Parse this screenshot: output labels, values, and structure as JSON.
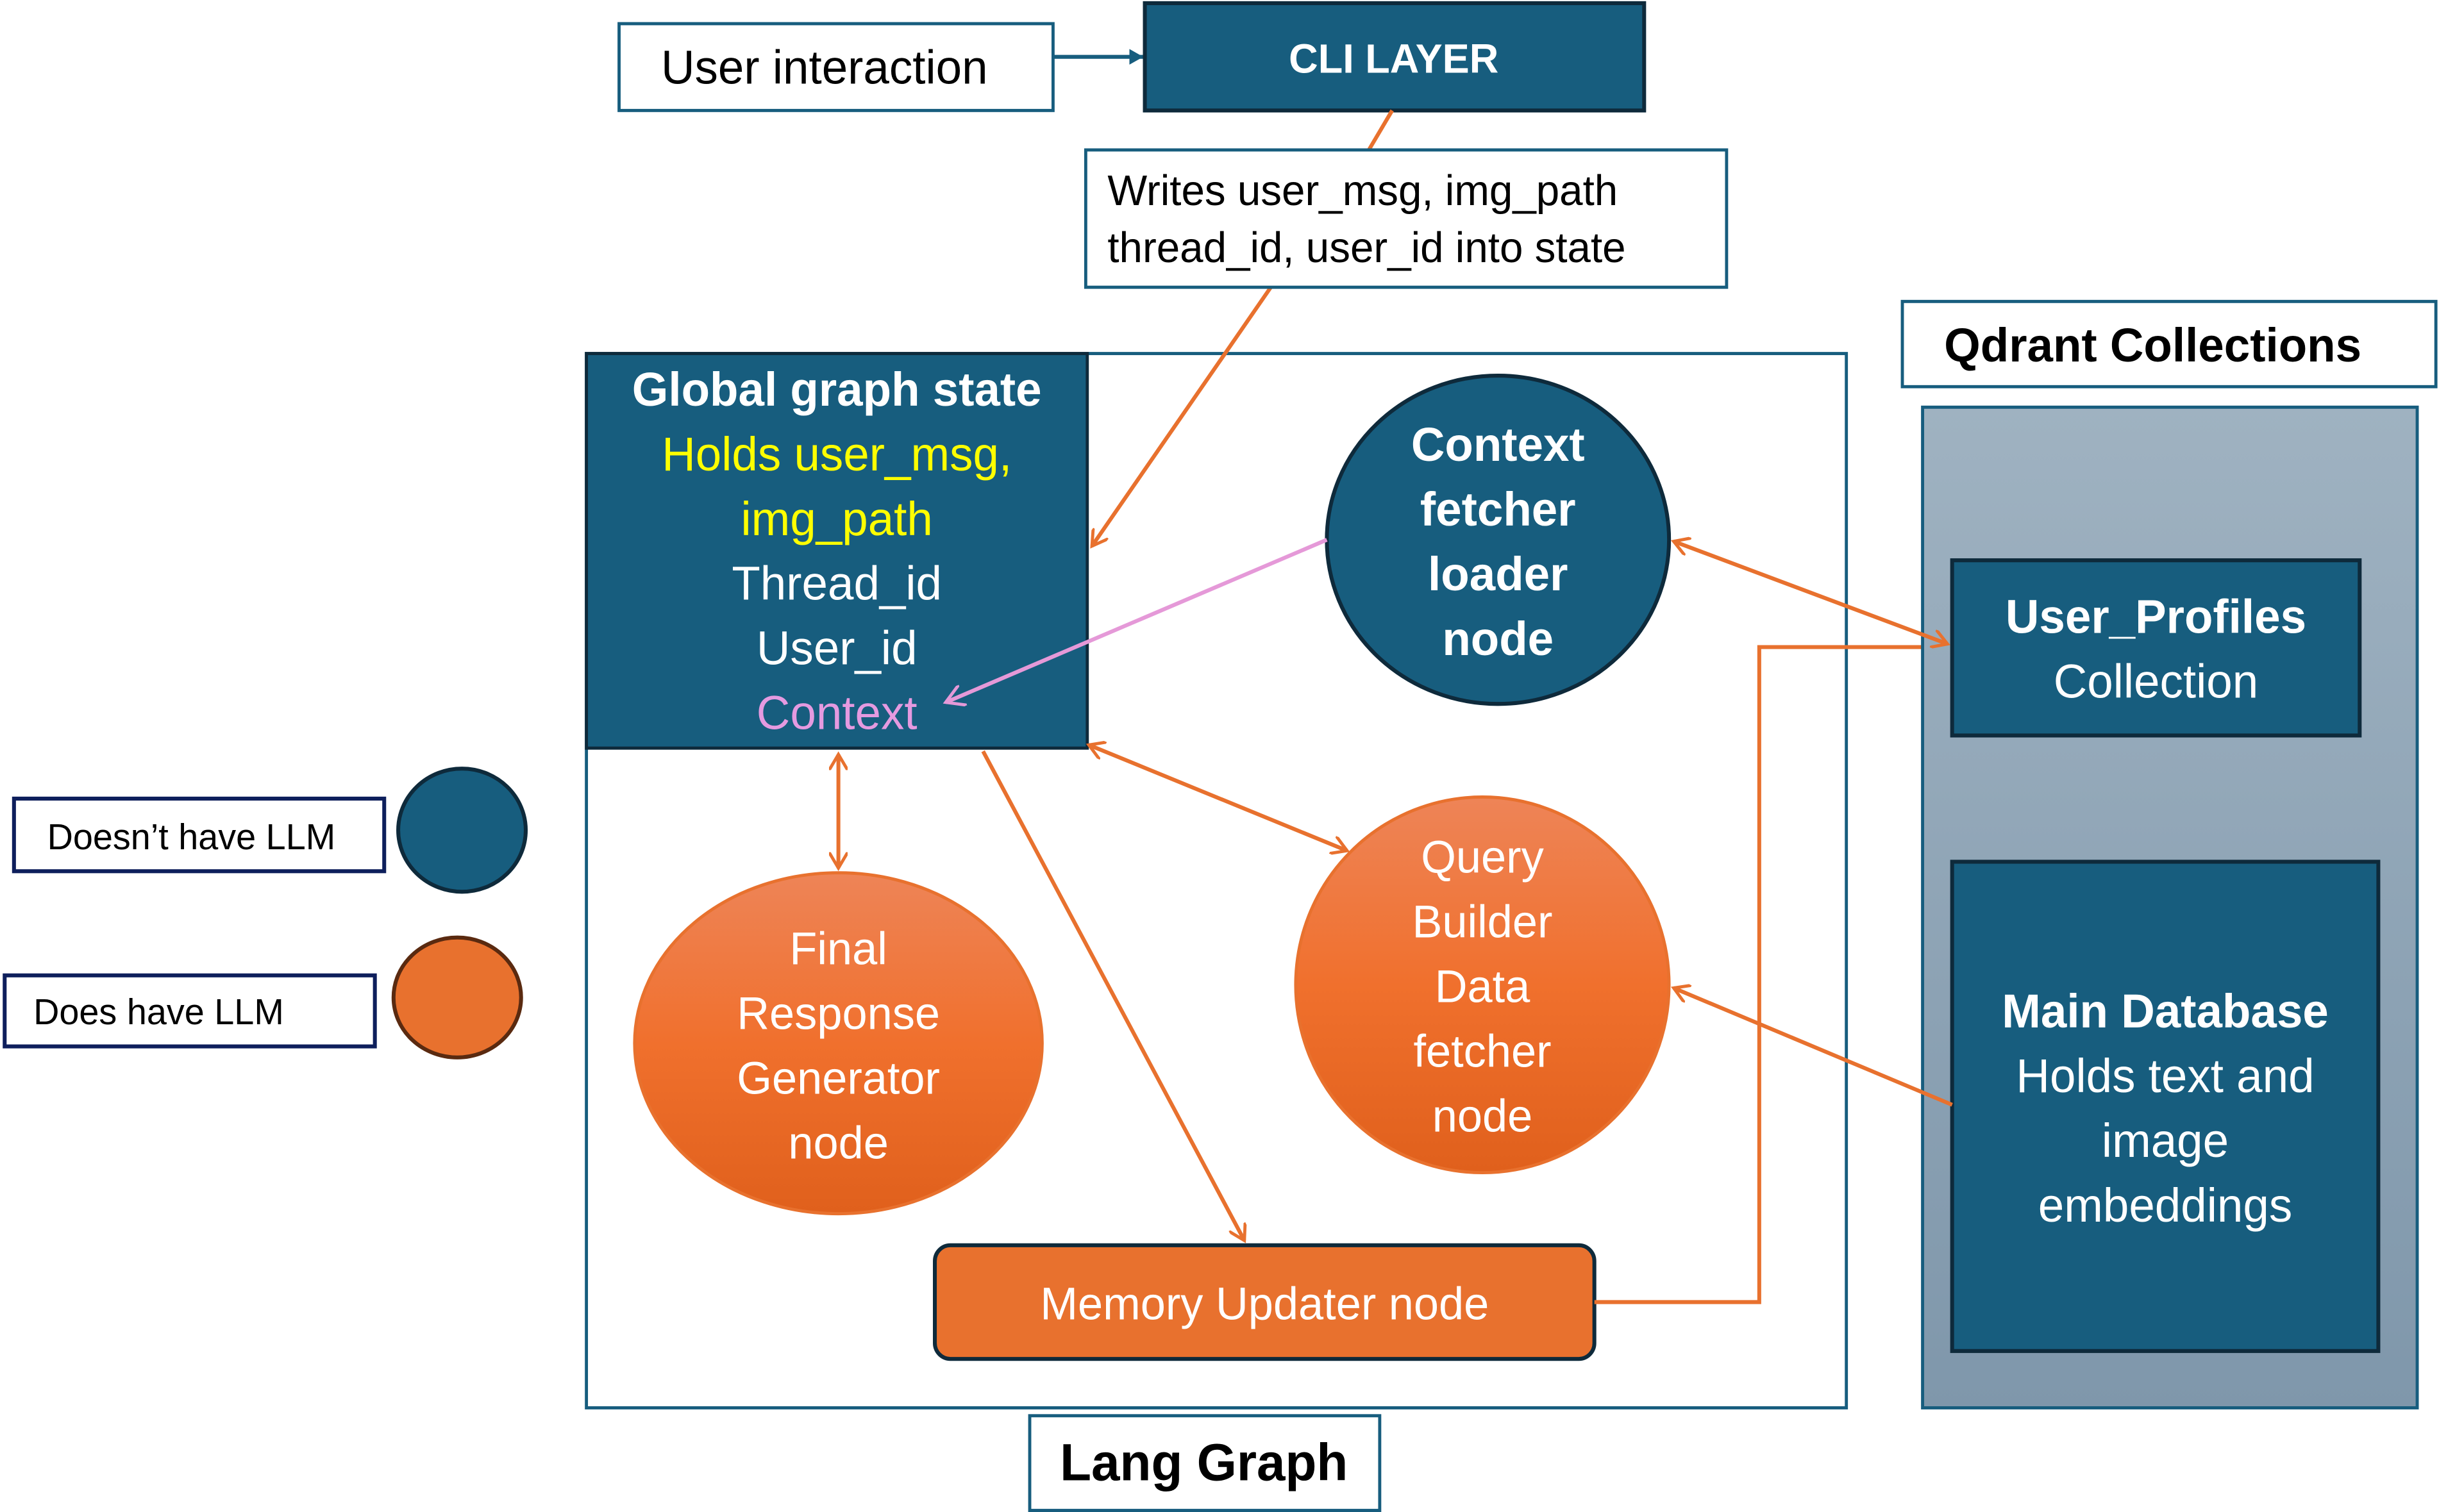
{
  "colors": {
    "no_llm": "#175d7e",
    "has_llm": "#ea6e2c",
    "edge": "#e8712e",
    "context_edge": "#e599d8",
    "highlight_yellow": "#ffff00",
    "highlight_pink": "#e59ae0",
    "qdrant_panel": "#8da4b6"
  },
  "user_interaction": "User interaction",
  "cli_layer": "CLI  LAYER",
  "writes_note": {
    "line1": "Writes user_msg, img_path",
    "line2": "thread_id, user_id into state"
  },
  "global_state": {
    "title": "Global graph state",
    "line1": "Holds user_msg,",
    "line2": "img_path",
    "line3": "Thread_id",
    "line4": "User_id",
    "line5": "Context"
  },
  "context_node": {
    "line1": "Context",
    "line2": "fetcher",
    "line3": "loader",
    "line4": "node"
  },
  "final_node": {
    "line1": "Final",
    "line2": "Response",
    "line3": "Generator",
    "line4": "node"
  },
  "query_node": {
    "line1": "Query",
    "line2": "Builder",
    "line3": "Data",
    "line4": "fetcher",
    "line5": "node"
  },
  "memory_node": "Memory Updater node",
  "langgraph_label": "Lang Graph",
  "qdrant": {
    "title": "Qdrant Collections",
    "profiles": {
      "line1": "User_Profiles",
      "line2": "Collection"
    },
    "main_db": {
      "line1": "Main Database",
      "line2": "Holds text and",
      "line3": "image",
      "line4": "embeddings"
    }
  },
  "legend": {
    "no_llm": "Doesn’t have LLM",
    "has_llm": "Does have LLM"
  }
}
